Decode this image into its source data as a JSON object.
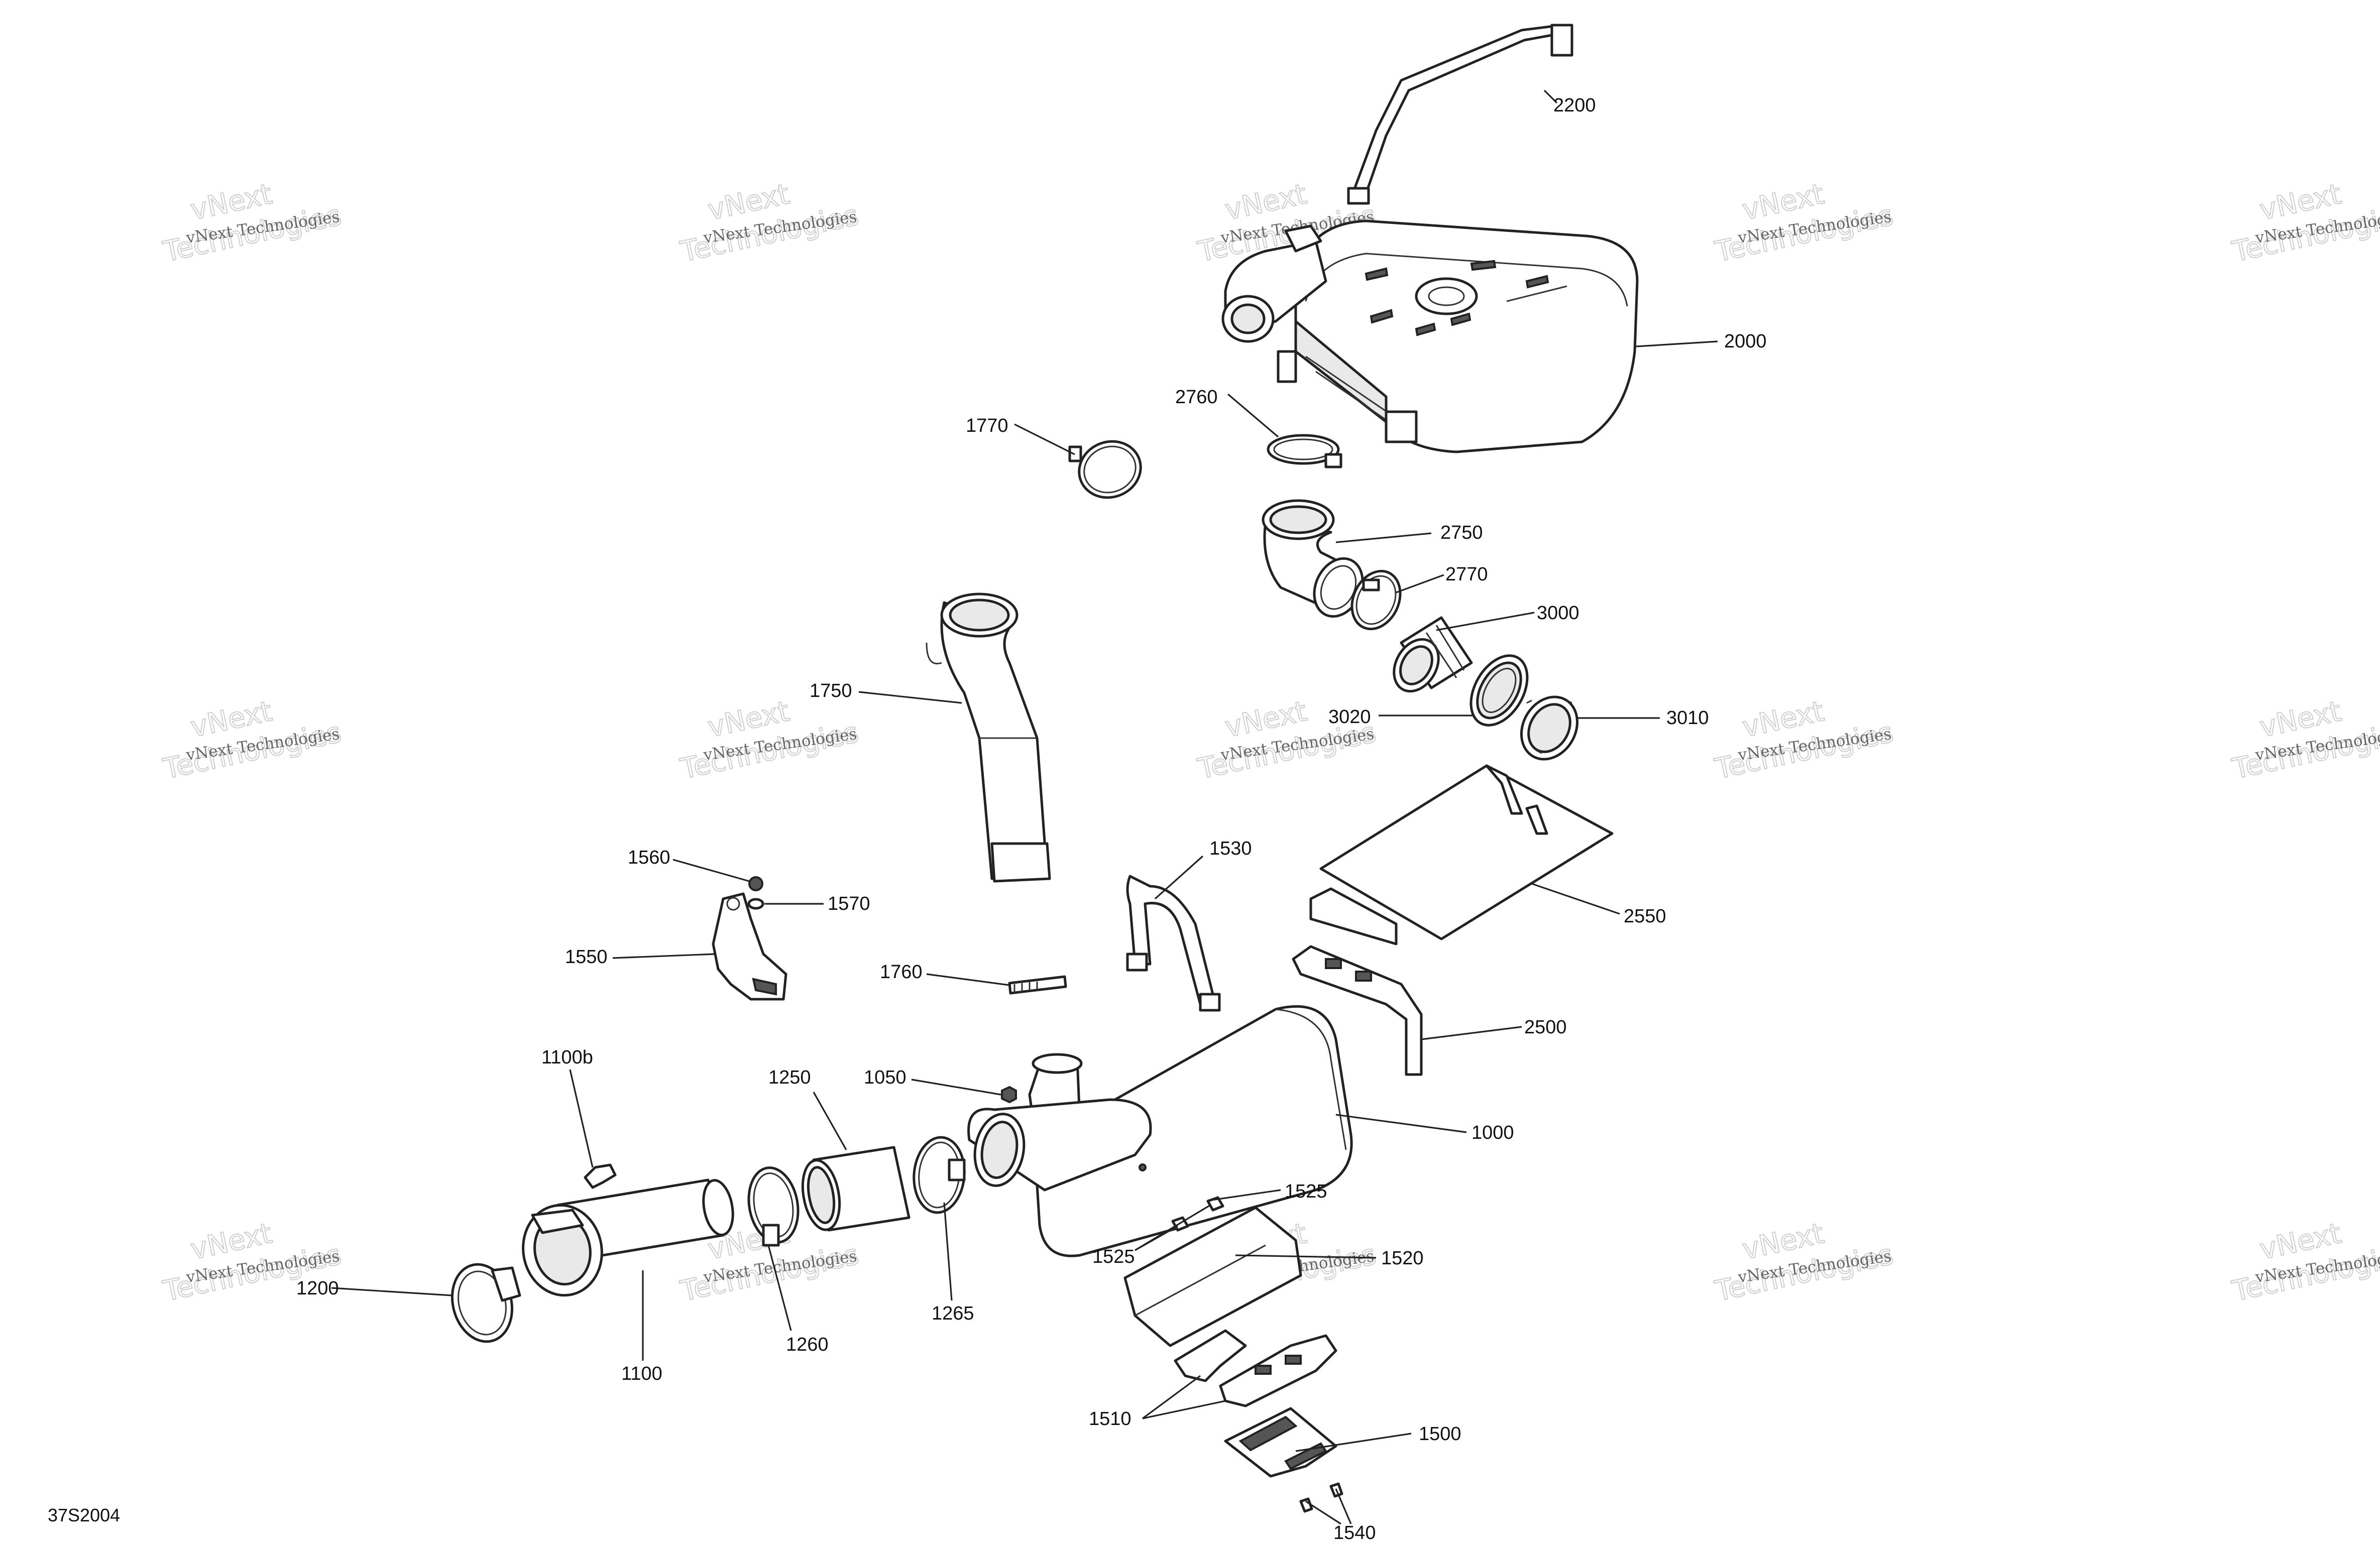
{
  "diagram": {
    "code": "37S2004",
    "watermark_line1": "vNext Technologies",
    "watermark_line2": "vNext",
    "watermark_line3": "Technologies"
  },
  "callouts": [
    {
      "id": "2200",
      "label": "2200"
    },
    {
      "id": "2000",
      "label": "2000"
    },
    {
      "id": "2760",
      "label": "2760"
    },
    {
      "id": "1770",
      "label": "1770"
    },
    {
      "id": "2750",
      "label": "2750"
    },
    {
      "id": "2770",
      "label": "2770"
    },
    {
      "id": "3000",
      "label": "3000"
    },
    {
      "id": "3020",
      "label": "3020"
    },
    {
      "id": "3010",
      "label": "3010"
    },
    {
      "id": "1750",
      "label": "1750"
    },
    {
      "id": "2550",
      "label": "2550"
    },
    {
      "id": "1530",
      "label": "1530"
    },
    {
      "id": "1560",
      "label": "1560"
    },
    {
      "id": "1570",
      "label": "1570"
    },
    {
      "id": "1550",
      "label": "1550"
    },
    {
      "id": "1760",
      "label": "1760"
    },
    {
      "id": "2500",
      "label": "2500"
    },
    {
      "id": "1100b",
      "label": "1100b"
    },
    {
      "id": "1250",
      "label": "1250"
    },
    {
      "id": "1050",
      "label": "1050"
    },
    {
      "id": "1000",
      "label": "1000"
    },
    {
      "id": "1525a",
      "label": "1525"
    },
    {
      "id": "1525b",
      "label": "1525"
    },
    {
      "id": "1520",
      "label": "1520"
    },
    {
      "id": "1200",
      "label": "1200"
    },
    {
      "id": "1265",
      "label": "1265"
    },
    {
      "id": "1260",
      "label": "1260"
    },
    {
      "id": "1100",
      "label": "1100"
    },
    {
      "id": "1510",
      "label": "1510"
    },
    {
      "id": "1500",
      "label": "1500"
    },
    {
      "id": "1540",
      "label": "1540"
    }
  ]
}
